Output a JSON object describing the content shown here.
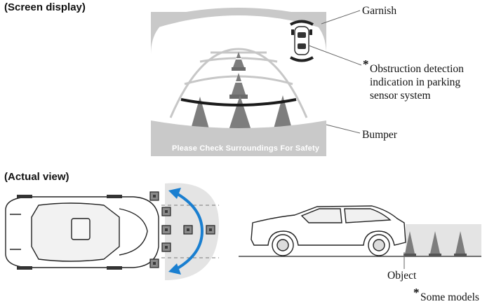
{
  "headings": {
    "screen_display": "(Screen display)",
    "actual_view": "(Actual view)"
  },
  "screen": {
    "banner_text": "Please Check Surroundings For Safety"
  },
  "callouts": {
    "garnish": "Garnish",
    "obstruction_line1": "Obstruction detection",
    "obstruction_line2": "indication in parking",
    "obstruction_line3": "sensor system",
    "bumper": "Bumper",
    "object": "Object"
  },
  "footnote": {
    "asterisk": "*",
    "text": "Some models"
  },
  "colors": {
    "screen_gray": "#c9c9c9",
    "cone_gray": "#7d7d7d",
    "guide_white": "#ffffff",
    "sweep_blue": "#1a7fd0",
    "sensor_fill": "#8a8a8a",
    "zone_gray": "#e4e4e4"
  }
}
